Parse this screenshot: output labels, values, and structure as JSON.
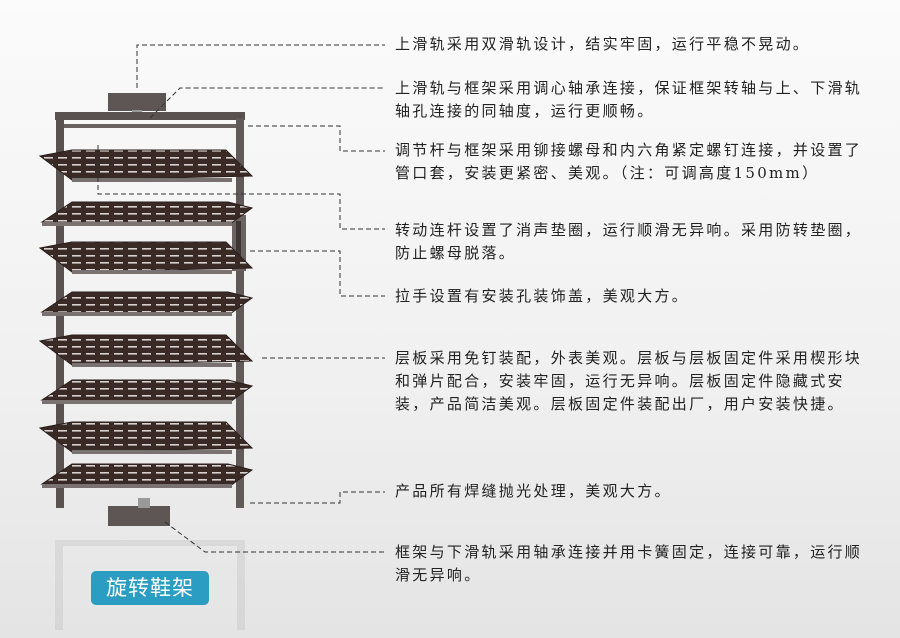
{
  "product_label": "旋转鞋架",
  "colors": {
    "frame": "#5a5250",
    "shelf": "#3a2a26",
    "badge": "#2b9dc2"
  },
  "notes": [
    "上滑轨采用双滑轨设计，结实牢固，运行平稳不晃动。",
    "上滑轨与框架采用调心轴承连接，保证框架转轴与上、下滑轨轴孔连接的同轴度，运行更顺畅。",
    "调节杆与框架采用铆接螺母和内六角紧定螺钉连接，并设置了管口套，安装更紧密、美观。（注：可调高度150mm）",
    "转动连杆设置了消声垫圈，运行顺滑无异响。采用防转垫圈，防止螺母脱落。",
    "拉手设置有安装孔装饰盖，美观大方。",
    "层板采用免钉装配，外表美观。层板与层板固定件采用楔形块和弹片配合，安装牢固，运行无异响。层板固定件隐藏式安装，产品简洁美观。层板固定件装配出厂，用户安装快捷。",
    "产品所有焊缝抛光处理，美观大方。",
    "框架与下滑轨采用轴承连接并用卡簧固定，连接可靠，运行顺滑无异响。"
  ]
}
